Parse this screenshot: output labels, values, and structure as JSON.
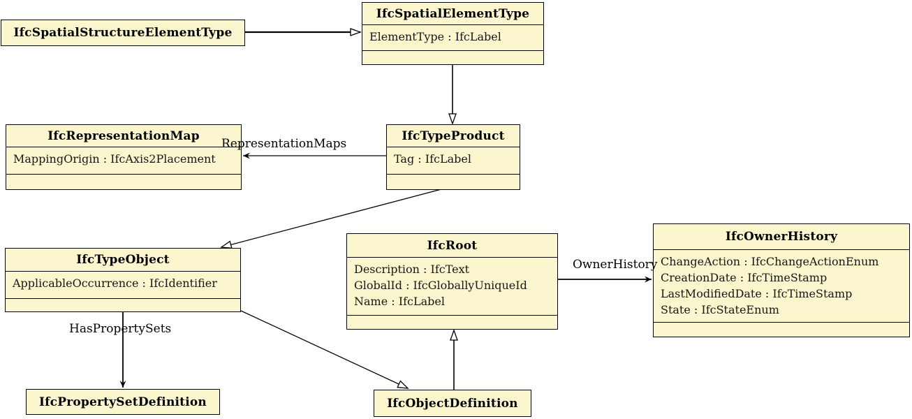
{
  "diagram_type": "uml-class-diagram",
  "colors": {
    "class_fill": "#FBF6CE",
    "border": "#000000",
    "background": "#FFFFFF"
  },
  "classes": [
    {
      "name": "IfcSpatialStructureElementType",
      "attributes": []
    },
    {
      "name": "IfcSpatialElementType",
      "attributes": [
        "ElementType : IfcLabel"
      ]
    },
    {
      "name": "IfcRepresentationMap",
      "attributes": [
        "MappingOrigin : IfcAxis2Placement"
      ]
    },
    {
      "name": "IfcTypeProduct",
      "attributes": [
        "Tag : IfcLabel"
      ]
    },
    {
      "name": "IfcTypeObject",
      "attributes": [
        "ApplicableOccurrence : IfcIdentifier"
      ]
    },
    {
      "name": "IfcRoot",
      "attributes": [
        "Description : IfcText",
        "GlobalId : IfcGloballyUniqueId",
        "Name : IfcLabel"
      ]
    },
    {
      "name": "IfcOwnerHistory",
      "attributes": [
        "ChangeAction : IfcChangeActionEnum",
        "CreationDate : IfcTimeStamp",
        "LastModifiedDate : IfcTimeStamp",
        "State : IfcStateEnum"
      ]
    },
    {
      "name": "IfcPropertySetDefinition",
      "attributes": []
    },
    {
      "name": "IfcObjectDefinition",
      "attributes": []
    }
  ],
  "relationships": [
    {
      "type": "generalization",
      "from": "IfcSpatialStructureElementType",
      "to": "IfcSpatialElementType",
      "label": ""
    },
    {
      "type": "generalization",
      "from": "IfcSpatialElementType",
      "to": "IfcTypeProduct",
      "label": ""
    },
    {
      "type": "association",
      "from": "IfcTypeProduct",
      "to": "IfcRepresentationMap",
      "label": "RepresentationMaps"
    },
    {
      "type": "generalization",
      "from": "IfcTypeProduct",
      "to": "IfcTypeObject",
      "label": ""
    },
    {
      "type": "association",
      "from": "IfcTypeObject",
      "to": "IfcPropertySetDefinition",
      "label": "HasPropertySets"
    },
    {
      "type": "generalization",
      "from": "IfcTypeObject",
      "to": "IfcObjectDefinition",
      "label": ""
    },
    {
      "type": "generalization",
      "from": "IfcObjectDefinition",
      "to": "IfcRoot",
      "label": ""
    },
    {
      "type": "association",
      "from": "IfcRoot",
      "to": "IfcOwnerHistory",
      "label": "OwnerHistory"
    }
  ]
}
